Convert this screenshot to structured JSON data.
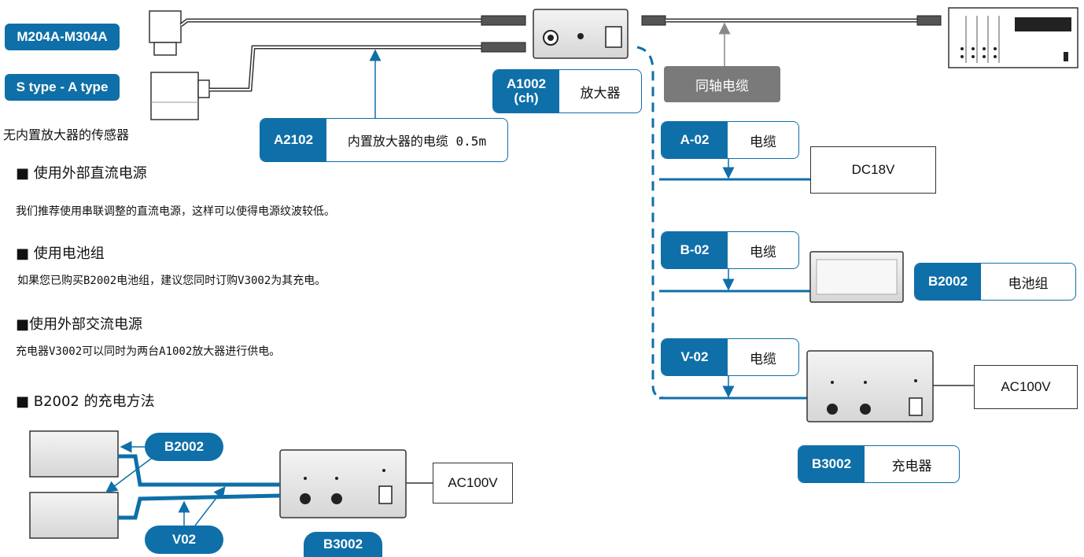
{
  "sensors": {
    "m204_label": "M204A-M304A",
    "stype_label": "S type - A type",
    "caption": "无内置放大器的传感器"
  },
  "cable_a2102": {
    "code": "A2102",
    "desc": "内置放大器的电缆 0.5m"
  },
  "amplifier": {
    "code": "A1002\n(ch)",
    "desc": "放大器"
  },
  "coax": {
    "label": "同轴电缆"
  },
  "power_options": [
    {
      "code": "A-02",
      "desc": "电缆"
    },
    {
      "code": "B-02",
      "desc": "电缆"
    },
    {
      "code": "V-02",
      "desc": "电缆"
    }
  ],
  "dc_supply": {
    "label": "DC18V"
  },
  "battery": {
    "code": "B2002",
    "desc": "电池组"
  },
  "charger": {
    "code": "B3002",
    "desc": "充电器",
    "ac": "AC100V"
  },
  "sections": [
    {
      "heading": "■ 使用外部直流电源",
      "text": "我们推荐使用串联调整的直流电源，这样可以使得电源纹波较低。"
    },
    {
      "heading": "■ 使用电池组",
      "text": "如果您已购买B2002电池组，建议您同时订购V3002为其充电。"
    },
    {
      "heading": "■使用外部交流电源",
      "text": "充电器V3002可以同时为两台A1002放大器进行供电。"
    },
    {
      "heading": "■ B2002 的充电方法",
      "text": ""
    }
  ],
  "charging_diagram": {
    "battery_label": "B2002",
    "cable_label": "V02",
    "charger_label": "B3002",
    "ac_label": "AC100V"
  },
  "colors": {
    "accent": "#0f6fa8",
    "gray": "#7a7a7a"
  }
}
